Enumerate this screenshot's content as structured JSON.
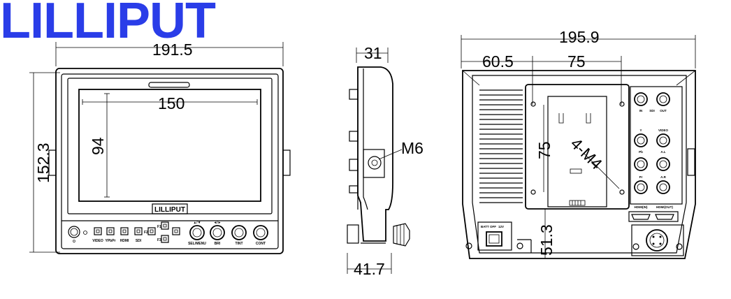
{
  "logo": {
    "text": "LILLIPUT",
    "color": "#2a3de8"
  },
  "front_view": {
    "width_label": "191.5",
    "height_label": "152.3",
    "screen_width_label": "150",
    "screen_height_label": "94",
    "bezel_brand": "LILLIPUT",
    "button_labels": [
      "VIDEO",
      "YPbPr",
      "HDMI",
      "SDI",
      "F2",
      "F1",
      "F3"
    ],
    "knob_labels": [
      "SEL/MENU",
      "BRI",
      "TINT",
      "CONT"
    ],
    "knob_arrows": [
      "▲/▼",
      "◄/►"
    ]
  },
  "side_view": {
    "depth_top_label": "31",
    "depth_bottom_label": "41.7",
    "mount_label": "M6"
  },
  "rear_view": {
    "width_label": "195.9",
    "left_offset_label": "60.5",
    "hole_spacing_h_label": "75",
    "hole_spacing_v_label": "75",
    "bottom_offset_label": "51.3",
    "screw_label": "4-M4",
    "connector_labels": [
      "IN",
      "SDI",
      "OUT",
      "Y",
      "VIDEO",
      "Pb",
      "A.L",
      "Pr",
      "A.R",
      "HDMI(IN)",
      "HDMI(OUT)"
    ],
    "switch_labels": [
      "BATT",
      "OFF",
      "12V"
    ]
  }
}
